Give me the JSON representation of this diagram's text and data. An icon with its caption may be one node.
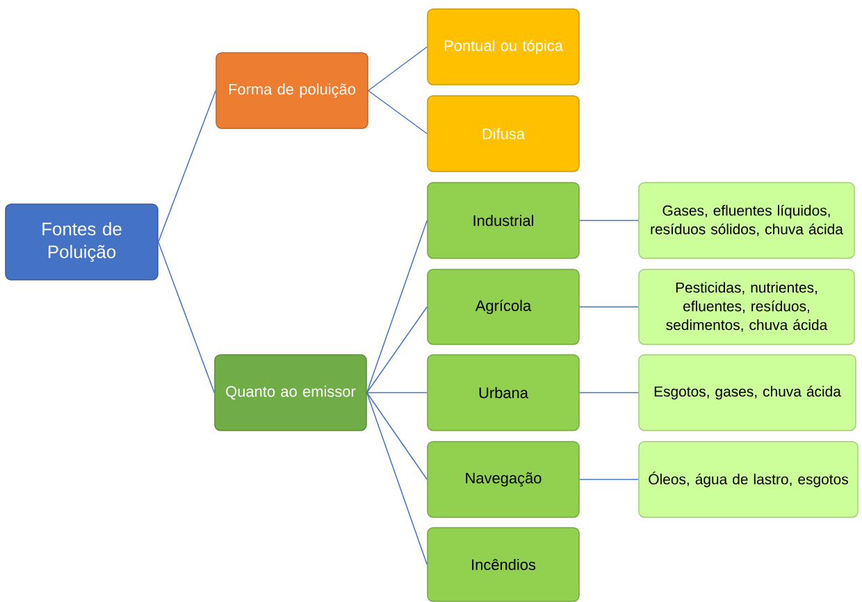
{
  "diagram": {
    "nodes": [
      {
        "text": [
          "Fontes de Poluição"
        ]
      },
      {
        "text": [
          "Forma de poluição"
        ]
      },
      {
        "text": [
          "Pontual ou tópica"
        ]
      },
      {
        "text": [
          "Difusa"
        ]
      },
      {
        "text": [
          "Quanto ao emissor"
        ]
      },
      {
        "text": [
          "Industrial"
        ]
      },
      {
        "text": [
          "Agrícola"
        ]
      },
      {
        "text": [
          "Urbana"
        ]
      },
      {
        "text": [
          "Navegação"
        ]
      },
      {
        "text": [
          "Incêndios"
        ]
      },
      {
        "text": [
          "Gases, efluentes líquidos, resíduos sólidos, chuva ácida"
        ]
      },
      {
        "text": [
          "Pesticidas, nutrientes, efluentes, resíduos, sedimentos, chuva ácida"
        ]
      },
      {
        "text": [
          "Esgotos, gases, chuva ácida"
        ]
      },
      {
        "text": [
          "Óleos, água de lastro, esgotos"
        ]
      }
    ],
    "edges": [
      {
        "from": 0,
        "to": 1,
        "arrow": "none"
      },
      {
        "from": 0,
        "to": 4,
        "arrow": "none"
      },
      {
        "from": 1,
        "to": 2,
        "arrow": "none"
      },
      {
        "from": 1,
        "to": 3,
        "arrow": "none"
      },
      {
        "from": 4,
        "to": 5,
        "arrow": "none"
      },
      {
        "from": 4,
        "to": 6,
        "arrow": "none"
      },
      {
        "from": 4,
        "to": 7,
        "arrow": "none"
      },
      {
        "from": 4,
        "to": 8,
        "arrow": "none"
      },
      {
        "from": 4,
        "to": 9,
        "arrow": "none"
      },
      {
        "from": 5,
        "to": 10,
        "arrow": "none"
      },
      {
        "from": 6,
        "to": 11,
        "arrow": "none"
      },
      {
        "from": 7,
        "to": 12,
        "arrow": "none"
      },
      {
        "from": 8,
        "to": 13,
        "arrow": "none"
      }
    ]
  }
}
